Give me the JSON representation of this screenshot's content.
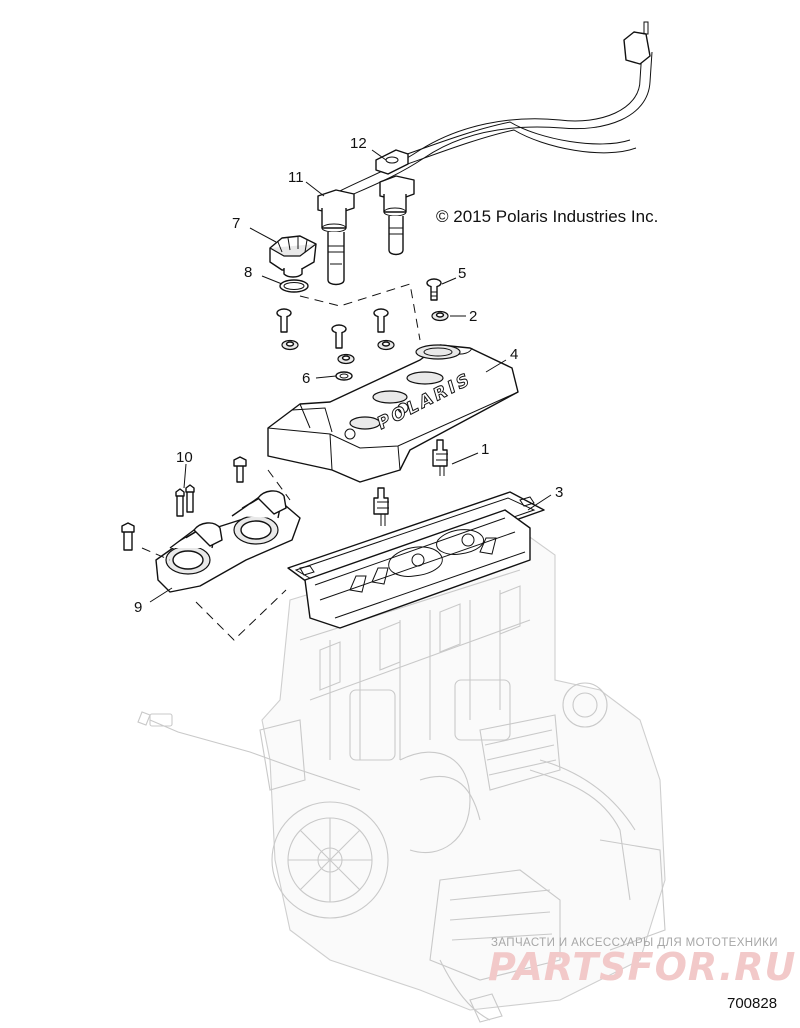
{
  "diagram": {
    "copyright": "© 2015 Polaris Industries Inc.",
    "drawing_number": "700828",
    "cover_lettering": "POLARIS",
    "callouts": [
      "1",
      "2",
      "3",
      "4",
      "5",
      "6",
      "7",
      "8",
      "9",
      "10",
      "11",
      "12"
    ]
  },
  "watermark": {
    "tagline": "ЗАПЧАСТИ И АКСЕССУАРЫ ДЛЯ МОТОТЕХНИКИ",
    "brand": "PARTSFOR.RU"
  }
}
